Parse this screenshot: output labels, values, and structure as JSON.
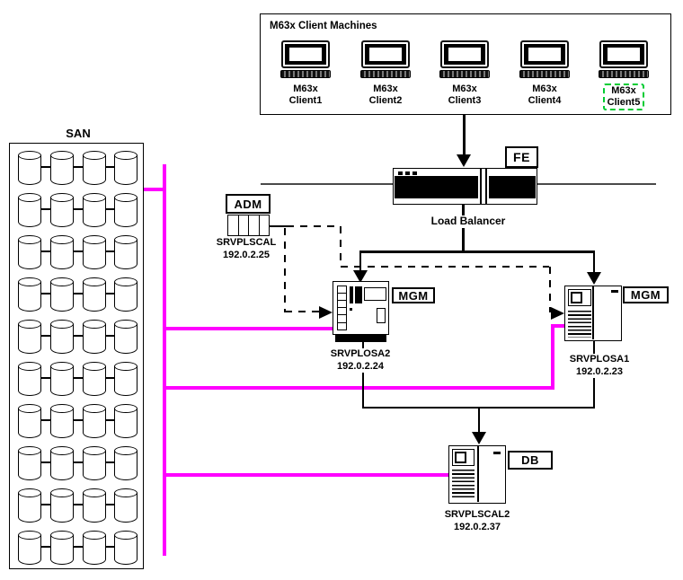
{
  "clients": {
    "title": "M63x Client Machines",
    "items": [
      {
        "line1": "M63x",
        "line2": "Client1",
        "highlighted": false
      },
      {
        "line1": "M63x",
        "line2": "Client2",
        "highlighted": false
      },
      {
        "line1": "M63x",
        "line2": "Client3",
        "highlighted": false
      },
      {
        "line1": "M63x",
        "line2": "Client4",
        "highlighted": false
      },
      {
        "line1": "M63x",
        "line2": "Client5",
        "highlighted": true
      }
    ],
    "icon": "desktop-computer-icon"
  },
  "san": {
    "title": "SAN",
    "rows": 10,
    "cols": 4,
    "icon": "disk-cylinder-icon"
  },
  "load_balancer": {
    "label": "Load Balancer",
    "fe_badge": "FE",
    "icon": "load-balancer-appliance-icon"
  },
  "adm": {
    "badge": "ADM",
    "name": "SRVPLSCAL",
    "ip": "192.0.2.25",
    "icon": "rack-device-icon"
  },
  "servers": {
    "mgm_left": {
      "badge": "MGM",
      "name": "SRVPLOSA2",
      "ip": "192.0.2.24",
      "icon": "workstation-server-icon"
    },
    "mgm_right": {
      "badge": "MGM",
      "name": "SRVPLOSA1",
      "ip": "192.0.2.23",
      "icon": "tower-server-icon"
    },
    "db": {
      "badge": "DB",
      "name": "SRVPLSCAL2",
      "ip": "192.0.2.37",
      "icon": "tower-server-icon"
    }
  },
  "colors": {
    "san_link_magenta": "#FF00FF",
    "highlight_green": "#00CC33",
    "line_black": "#000000"
  }
}
